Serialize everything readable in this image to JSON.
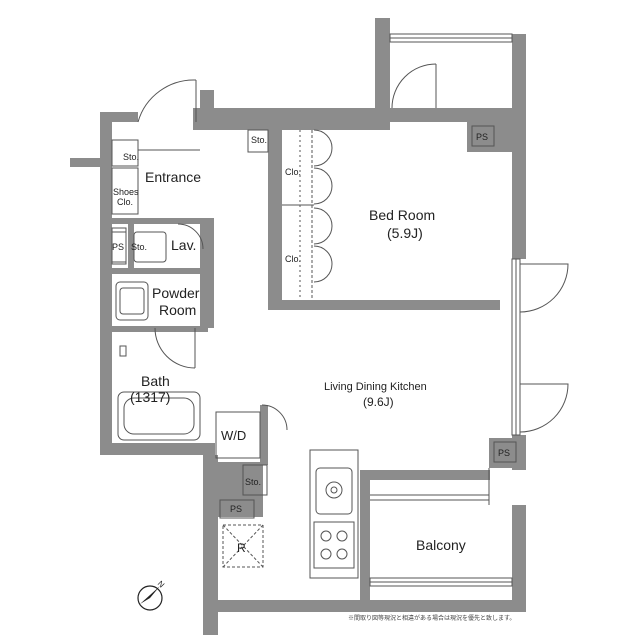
{
  "rooms": {
    "entrance": "Entrance",
    "shoes_closet": [
      "Shoes",
      "Clo."
    ],
    "lavatory": "Lav.",
    "powder_room": [
      "Powder",
      "Room"
    ],
    "bath": [
      "Bath",
      "(1317)"
    ],
    "bed_room": [
      "Bed Room",
      "(5.9J)"
    ],
    "ldk": [
      "Living Dining Kitchen",
      "(9.6J)"
    ],
    "balcony": "Balcony",
    "washer": "W/D"
  },
  "fixtures": {
    "storage": "Sto.",
    "closet": "Clo.",
    "pipe_space": "PS",
    "refrigerator": "R"
  },
  "compass": {
    "north": "N"
  },
  "footnote": "※間取り図等現況と相違がある場合は現況を優先と致します。",
  "colors": {
    "wall": "#8c8c8c",
    "line": "#555555",
    "background": "#ffffff"
  }
}
